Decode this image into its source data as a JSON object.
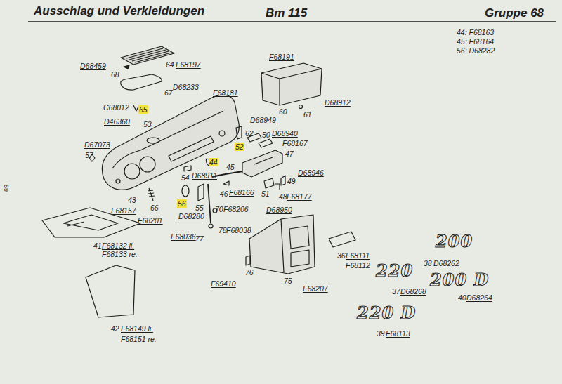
{
  "diagram": {
    "title": "Ausschlag und Verkleidungen",
    "labels": [
      "Bm 115",
      "Gruppe 68",
      "44: F68163",
      "45: F68164",
      "56: D68282",
      "59",
      "D68459",
      "68",
      "64",
      "F68197",
      "67",
      "D68233",
      "C68012",
      "65",
      "D46360",
      "53",
      "D67073",
      "57",
      "F68181",
      "F68191",
      "60",
      "61",
      "D68912",
      "D68949",
      "62",
      "50",
      "D68940",
      "52",
      "F68167",
      "47",
      "44",
      "45",
      "D68911",
      "54",
      "D68946",
      "49",
      "46",
      "F68166",
      "51",
      "48",
      "F68177",
      "43",
      "56",
      "55",
      "F68157",
      "66",
      "70",
      "F68206",
      "D68950",
      "D68280",
      "F68201",
      "78",
      "F68038",
      "F68036",
      "77",
      "41",
      "F68132 li.",
      "F68133 re.",
      "200",
      "36",
      "F68111",
      "F68112",
      "38",
      "D68262",
      "220",
      "76",
      "75",
      "F69410",
      "200 D",
      "F68207",
      "37",
      "D68268",
      "40",
      "D68264",
      "220 D",
      "42",
      "F68149 li.",
      "F68151 re.",
      "39",
      "F68113"
    ]
  }
}
